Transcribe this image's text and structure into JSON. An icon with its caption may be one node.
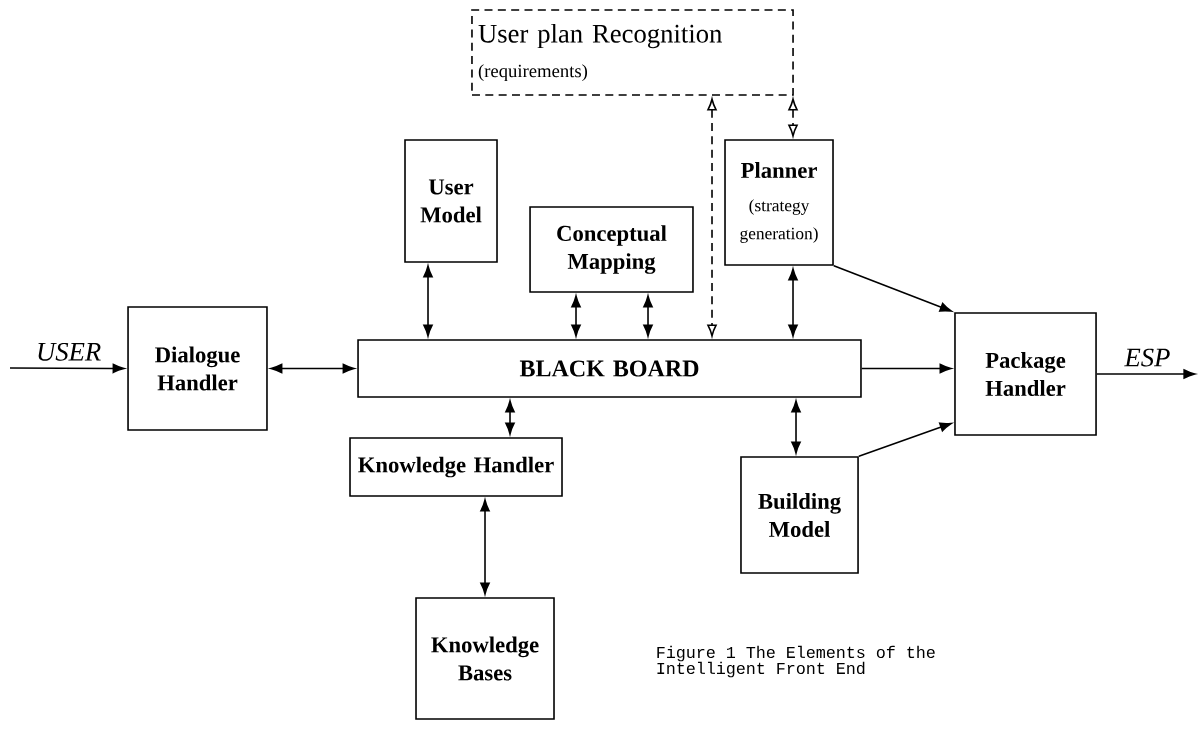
{
  "diagram": {
    "caption": "Figure 1 The Elements of the Intelligent Front End",
    "nodes": [
      {
        "text": [
          "User plan Recognition",
          "(requirements)"
        ]
      },
      {
        "text": [
          "User Model"
        ]
      },
      {
        "text": [
          "Conceptual Mapping"
        ]
      },
      {
        "text": [
          "Planner",
          "(strategy generation)"
        ]
      },
      {
        "text": [
          "Dialogue Handler"
        ]
      },
      {
        "text": [
          "BLACK BOARD"
        ]
      },
      {
        "text": [
          "Package Handler"
        ]
      },
      {
        "text": [
          "Knowledge Handler"
        ]
      },
      {
        "text": [
          "Building Model"
        ]
      },
      {
        "text": [
          "Knowledge Bases"
        ]
      }
    ],
    "edges": [
      {
        "from": null,
        "to": 4,
        "arrow": "to",
        "label": "USER"
      },
      {
        "from": 4,
        "to": 5,
        "arrow": "both"
      },
      {
        "from": 1,
        "to": 5,
        "arrow": "both"
      },
      {
        "from": 2,
        "to": 5,
        "arrow": "both"
      },
      {
        "from": 2,
        "to": 5,
        "arrow": "both"
      },
      {
        "from": 0,
        "to": 5,
        "arrow": "both",
        "style": "dashed"
      },
      {
        "from": 0,
        "to": 3,
        "arrow": "both",
        "style": "dashed"
      },
      {
        "from": 3,
        "to": 5,
        "arrow": "both"
      },
      {
        "from": 3,
        "to": 6,
        "arrow": "to"
      },
      {
        "from": 5,
        "to": 6,
        "arrow": "to"
      },
      {
        "from": 8,
        "to": 6,
        "arrow": "to"
      },
      {
        "from": 5,
        "to": 8,
        "arrow": "both"
      },
      {
        "from": 5,
        "to": 7,
        "arrow": "both"
      },
      {
        "from": 7,
        "to": 9,
        "arrow": "both"
      },
      {
        "from": 6,
        "to": null,
        "arrow": "to",
        "label": "ESP"
      }
    ]
  }
}
